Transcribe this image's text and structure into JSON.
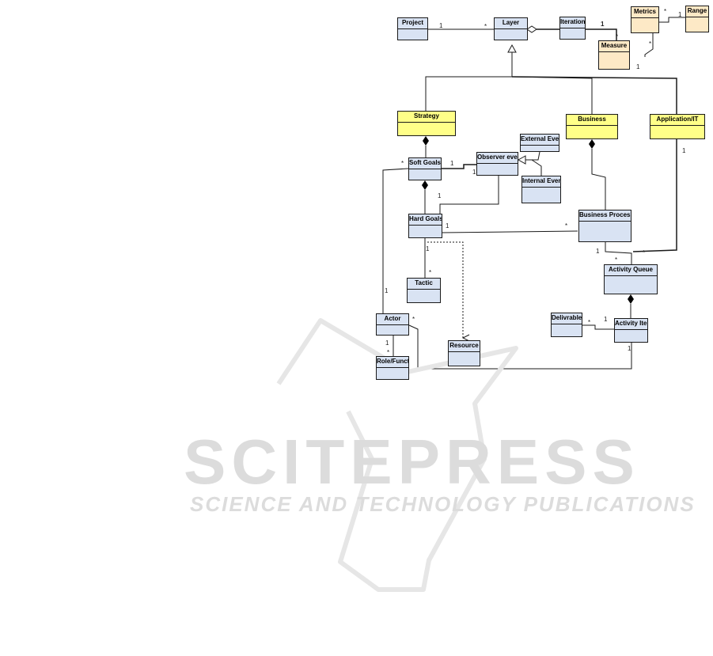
{
  "watermark": {
    "main": "SCITEPRESS",
    "sub": "SCIENCE AND TECHNOLOGY PUBLICATIONS"
  },
  "colors": {
    "class_blue": "#d9e3f3",
    "class_yellow": "#ffff88",
    "class_peach": "#fde9c6",
    "line": "#1a1a1a",
    "watermark": "#dcdcdc"
  },
  "classes": {
    "project": "Project",
    "layer": "Layer",
    "iteration": "Iteration",
    "metrics": "Metrics",
    "range": "Range",
    "measure": "Measure",
    "strategy": "Strategy",
    "business": "Business",
    "application_it": "Application/IT",
    "soft_goals": "Soft Goals",
    "observer_events": "Observer events",
    "external_event": "External Event",
    "internal_event": "Internal Event",
    "hard_goals": "Hard Goals",
    "business_process": "Business Process",
    "tactic": "Tactic",
    "activity_queue": "Activity Queue",
    "actor": "Actor",
    "resource": "Resource",
    "deliverables": "Delivrables",
    "activity_items": "Activity Items",
    "role_function": "Role/Function"
  },
  "multiplicities": {
    "project_layer_1": "1",
    "project_layer_many": "*",
    "iteration_1": "1",
    "measure_many": "*",
    "metrics_range_many": "*",
    "metrics_range_1": "1",
    "metrics_measure_many": "*",
    "measure_1": "1",
    "softgoals_many": "*",
    "softgoals_observer_1": "1",
    "observer_1": "1",
    "hardgoals_observer_1": "1",
    "hardgoals_bp_1": "1",
    "bp_many": "*",
    "appit_1": "1",
    "hardgoals_tactic_1": "1",
    "tactic_many": "*",
    "bp_queue_1": "1",
    "queue_many_left": "*",
    "queue_many_right": "*",
    "actor_1": "1",
    "actor_many": "*",
    "deliverables_many": "*",
    "items_deliverables_1": "1",
    "role_1": "1",
    "role_many": "*",
    "items_1": "1"
  }
}
